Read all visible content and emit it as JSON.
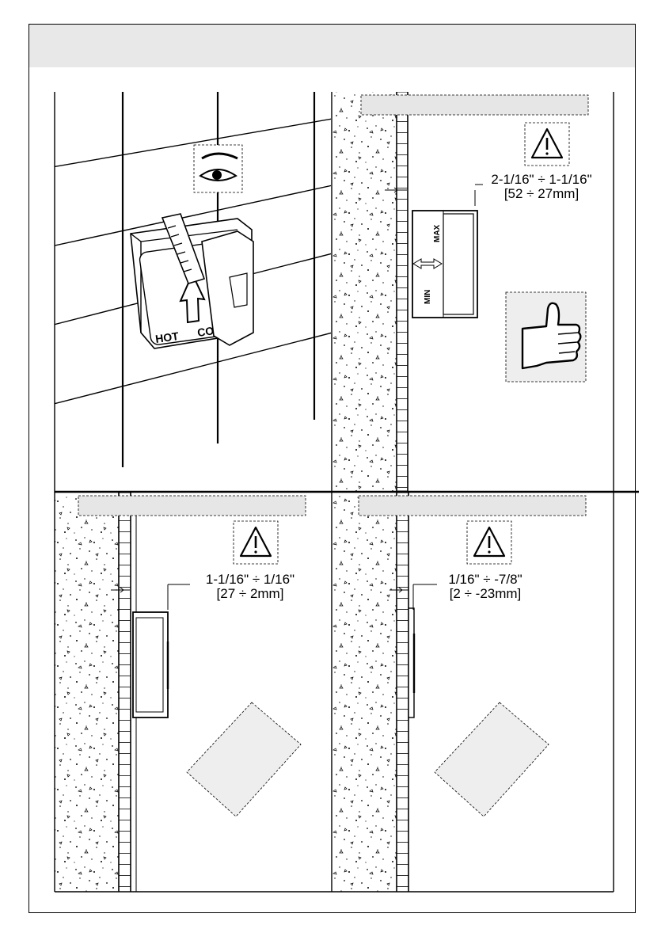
{
  "panels": {
    "top_left": {
      "unit_labels": {
        "hot": "HOT",
        "cold": "CO"
      }
    },
    "top_right": {
      "dimension_imperial": "2-1/16\" ÷ 1-1/16\"",
      "dimension_metric": "[52 ÷ 27mm]",
      "scale_max": "MAX",
      "scale_min": "MIN"
    },
    "bottom_left": {
      "dimension_imperial": "1-1/16\" ÷  1/16\"",
      "dimension_metric": "[27 ÷ 2mm]"
    },
    "bottom_right": {
      "dimension_imperial": "1/16\" ÷ -7/8\"",
      "dimension_metric": "[2 ÷ -23mm]"
    }
  },
  "icons": [
    "eye-icon",
    "warning-icon",
    "thumbs-up-icon"
  ],
  "colors": {
    "header_band": "#e8e8e8",
    "label_bar": "#e6e6e6",
    "stamp_fill": "#eeeeee"
  }
}
